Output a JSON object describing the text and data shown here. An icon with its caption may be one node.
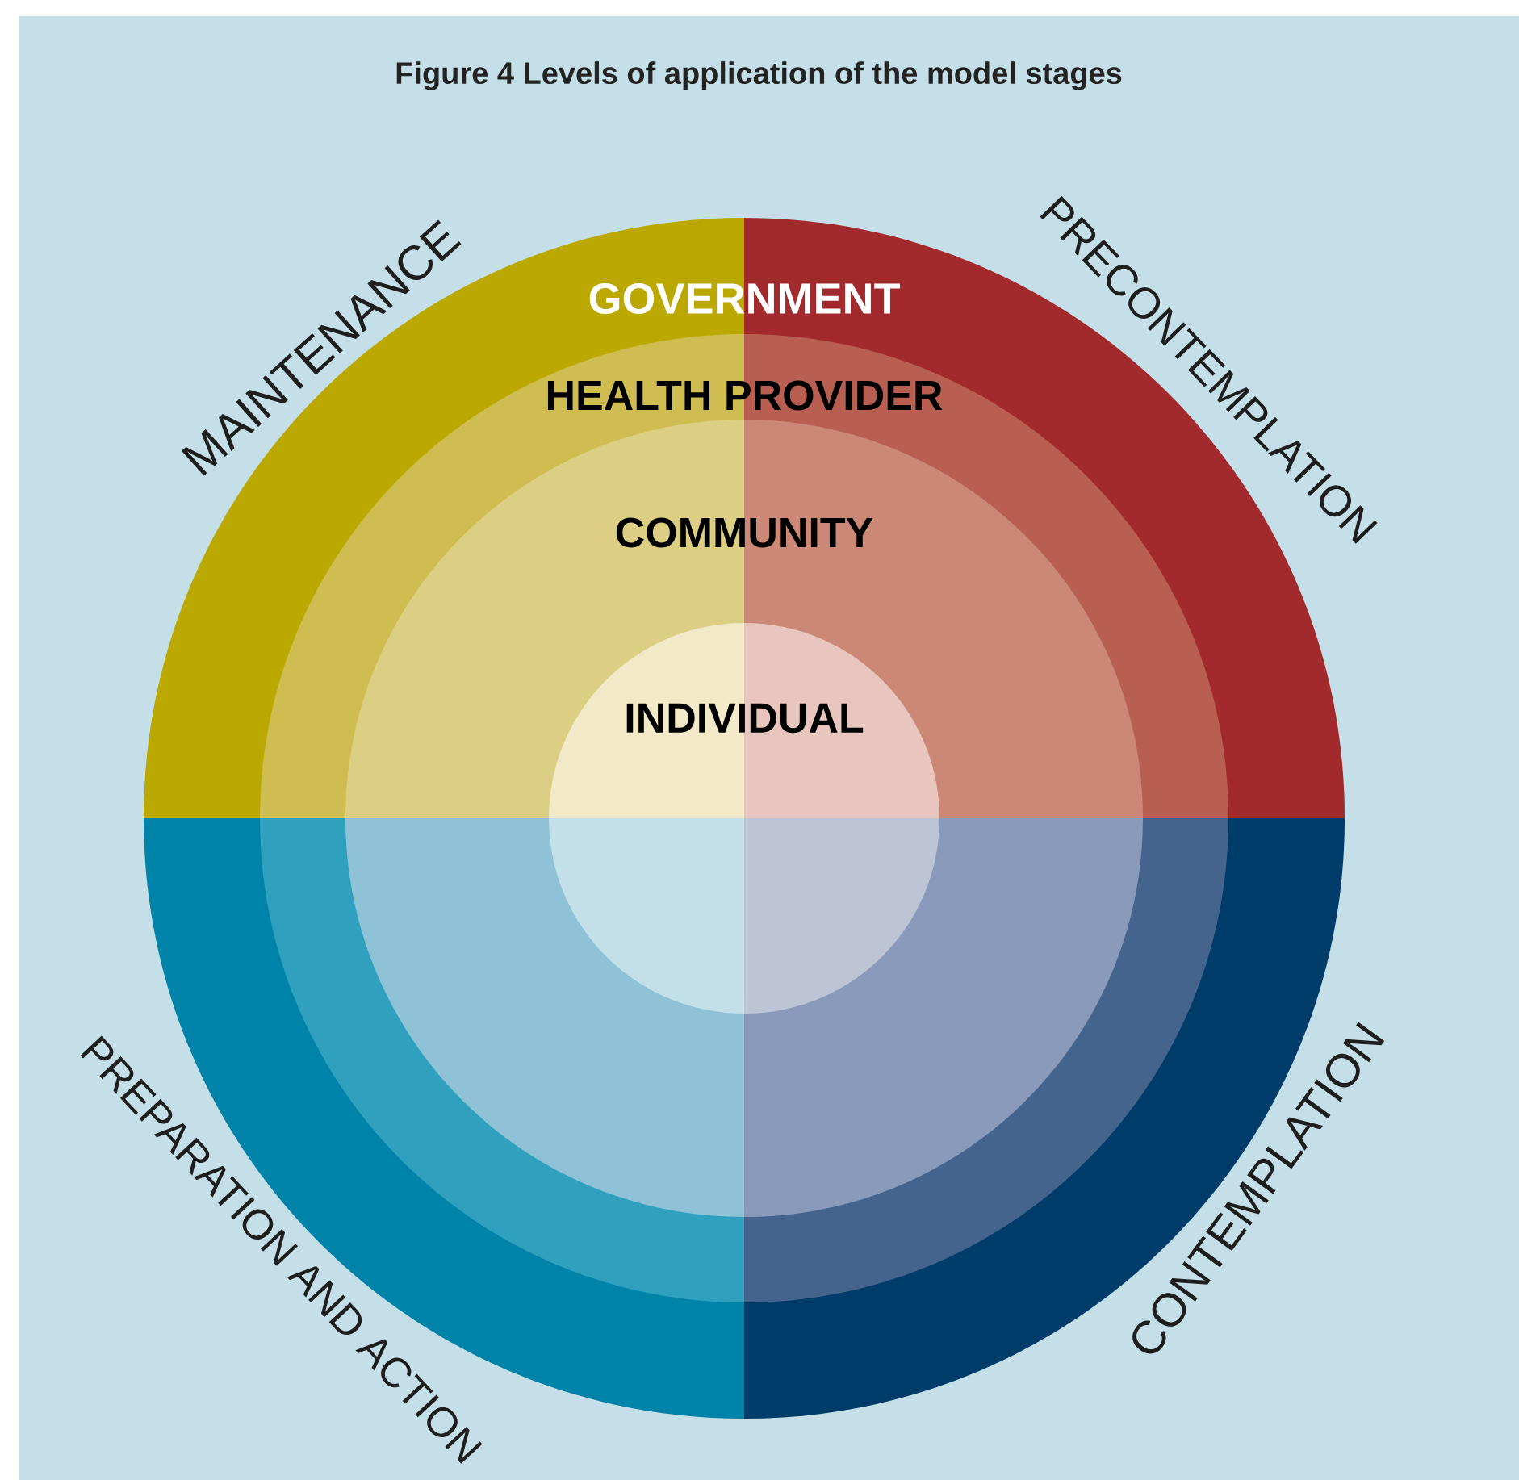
{
  "diagram": {
    "title": "Figure 4 Levels of application of the model stages",
    "nodes": [
      {
        "text": [
          "GOVERNMENT"
        ]
      },
      {
        "text": [
          "HEALTH PROVIDER"
        ],
        "in": 0
      },
      {
        "text": [
          "COMMUNITY"
        ],
        "in": 1
      },
      {
        "text": [
          "INDIVIDUAL"
        ],
        "in": 2
      }
    ],
    "labels": [
      "MAINTENANCE",
      "PRECONTEMPLATION",
      "PREPARATION AND ACTION",
      "CONTEMPLATION"
    ]
  }
}
